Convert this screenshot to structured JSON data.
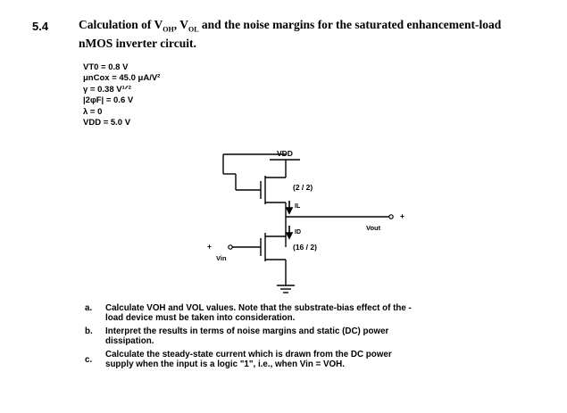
{
  "problem": {
    "number": "5.4",
    "title_part1": "Calculation of V",
    "sub_oh": "OH",
    "sep1": ", V",
    "sub_ol": "OL",
    "title_part2": " and the noise margins for the saturated enhancement-load",
    "title_line2": "nMOS inverter circuit."
  },
  "parameters": [
    {
      "symbol": "Vᵀ₀",
      "text": "VT0 = 0.8 V"
    },
    {
      "symbol": "μnCox",
      "text": "μnCox = 45.0 μA/V²"
    },
    {
      "symbol": "γ",
      "text": "γ = 0.38 V¹ᐟ²"
    },
    {
      "symbol": "|2φF|",
      "text": "|2φF| = 0.6 V"
    },
    {
      "symbol": "λ",
      "text": "λ = 0"
    },
    {
      "symbol": "VDD",
      "text": "VDD = 5.0 V"
    }
  ],
  "circuit": {
    "vdd_label": "VDD",
    "load_ratio": "(2 / 2)",
    "il_label": "IL",
    "id_label": "ID",
    "driver_ratio": "(16 / 2)",
    "vout_label": "Vout",
    "vin_label": "Vin",
    "plus_out": "+",
    "plus_in": "+"
  },
  "questions": [
    {
      "letter": "a.",
      "lines": [
        "Calculate VOH and VOL values. Note that the substrate-bias effect of the -",
        "load device must be taken into consideration."
      ]
    },
    {
      "letter": "b.",
      "lines": [
        "Interpret the results in terms of noise margins and static (DC) power",
        "dissipation."
      ]
    },
    {
      "letter": "c.",
      "lines": [
        "Calculate the steady-state current which is drawn from the DC power",
        "supply when the input is a logic \"1\", i.e., when Vin = VOH."
      ]
    }
  ]
}
